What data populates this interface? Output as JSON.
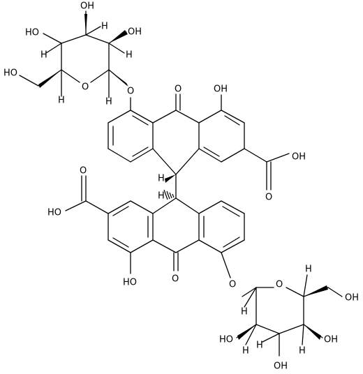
{
  "molecule": {
    "label_color": "#000000",
    "atom_labels": {
      "oh_top": "OH",
      "ho_left_sugar": "HO",
      "oh_right_sugar": "OH",
      "h_sugar_1": "H",
      "h_sugar_2": "H",
      "h_sugar_3": "H",
      "h_sugar_4": "H",
      "h_sugar_5": "H",
      "ho_ch2": "HO",
      "o_ring_top": "O",
      "o_link_top": "O",
      "o_ketone_top": "O",
      "oh_phenol_top": "OH",
      "oh_acid_top": "OH",
      "o_acid_top": "O",
      "h_c10_top": "H",
      "h_c10_bottom": "H",
      "o_acid_bottom": "O",
      "ho_acid_bottom": "HO",
      "ho_phenol_bottom": "HO",
      "o_ketone_bottom": "O",
      "o_link_bottom": "O",
      "o_ring_bottom": "O",
      "oh_ch2_bottom": "OH",
      "ho_bottom_left": "HO",
      "oh_bottom_right": "OH",
      "oh_bottom": "OH",
      "h_bsugar_1": "H",
      "h_bsugar_2": "H",
      "h_bsugar_3": "H",
      "h_bsugar_4": "H",
      "h_bsugar_5": "H"
    }
  }
}
